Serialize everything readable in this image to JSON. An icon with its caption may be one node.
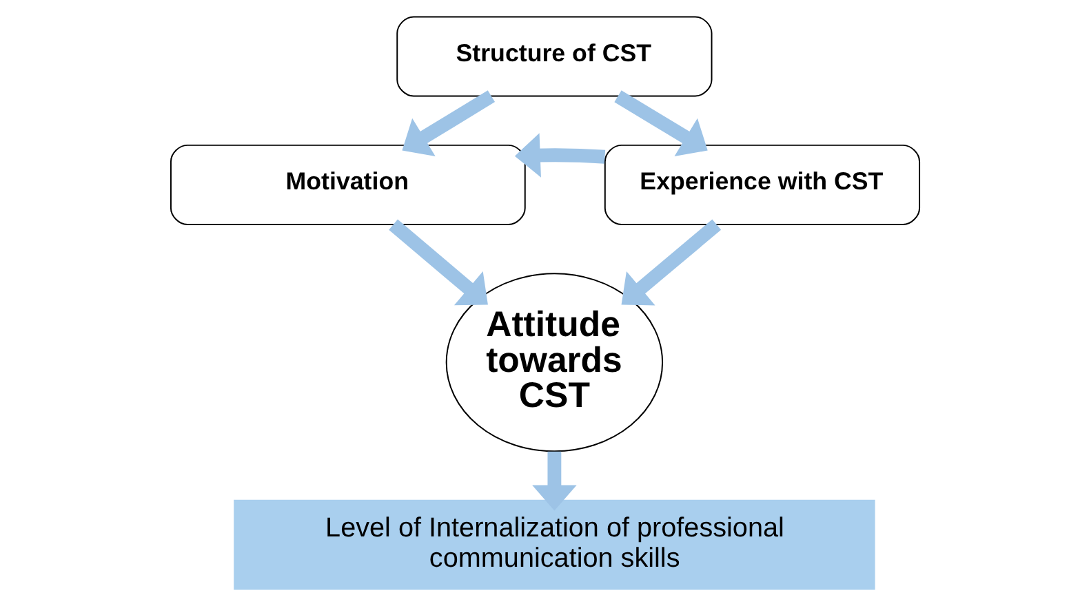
{
  "diagram": {
    "nodes": [
      {
        "text": [
          "Structure of CST"
        ]
      },
      {
        "text": [
          "Motivation"
        ]
      },
      {
        "text": [
          "Experience with CST"
        ]
      },
      {
        "text": [
          "Attitude towards CST"
        ]
      },
      {
        "text": [
          "Level of Internalization of professional communication skills"
        ]
      }
    ],
    "edges": [
      {
        "from": 0,
        "to": 1,
        "arrow": "to"
      },
      {
        "from": 0,
        "to": 2,
        "arrow": "to"
      },
      {
        "from": 2,
        "to": 1,
        "arrow": "to"
      },
      {
        "from": 1,
        "to": 3,
        "arrow": "to"
      },
      {
        "from": 2,
        "to": 3,
        "arrow": "to"
      },
      {
        "from": 3,
        "to": 4,
        "arrow": "to"
      }
    ]
  }
}
